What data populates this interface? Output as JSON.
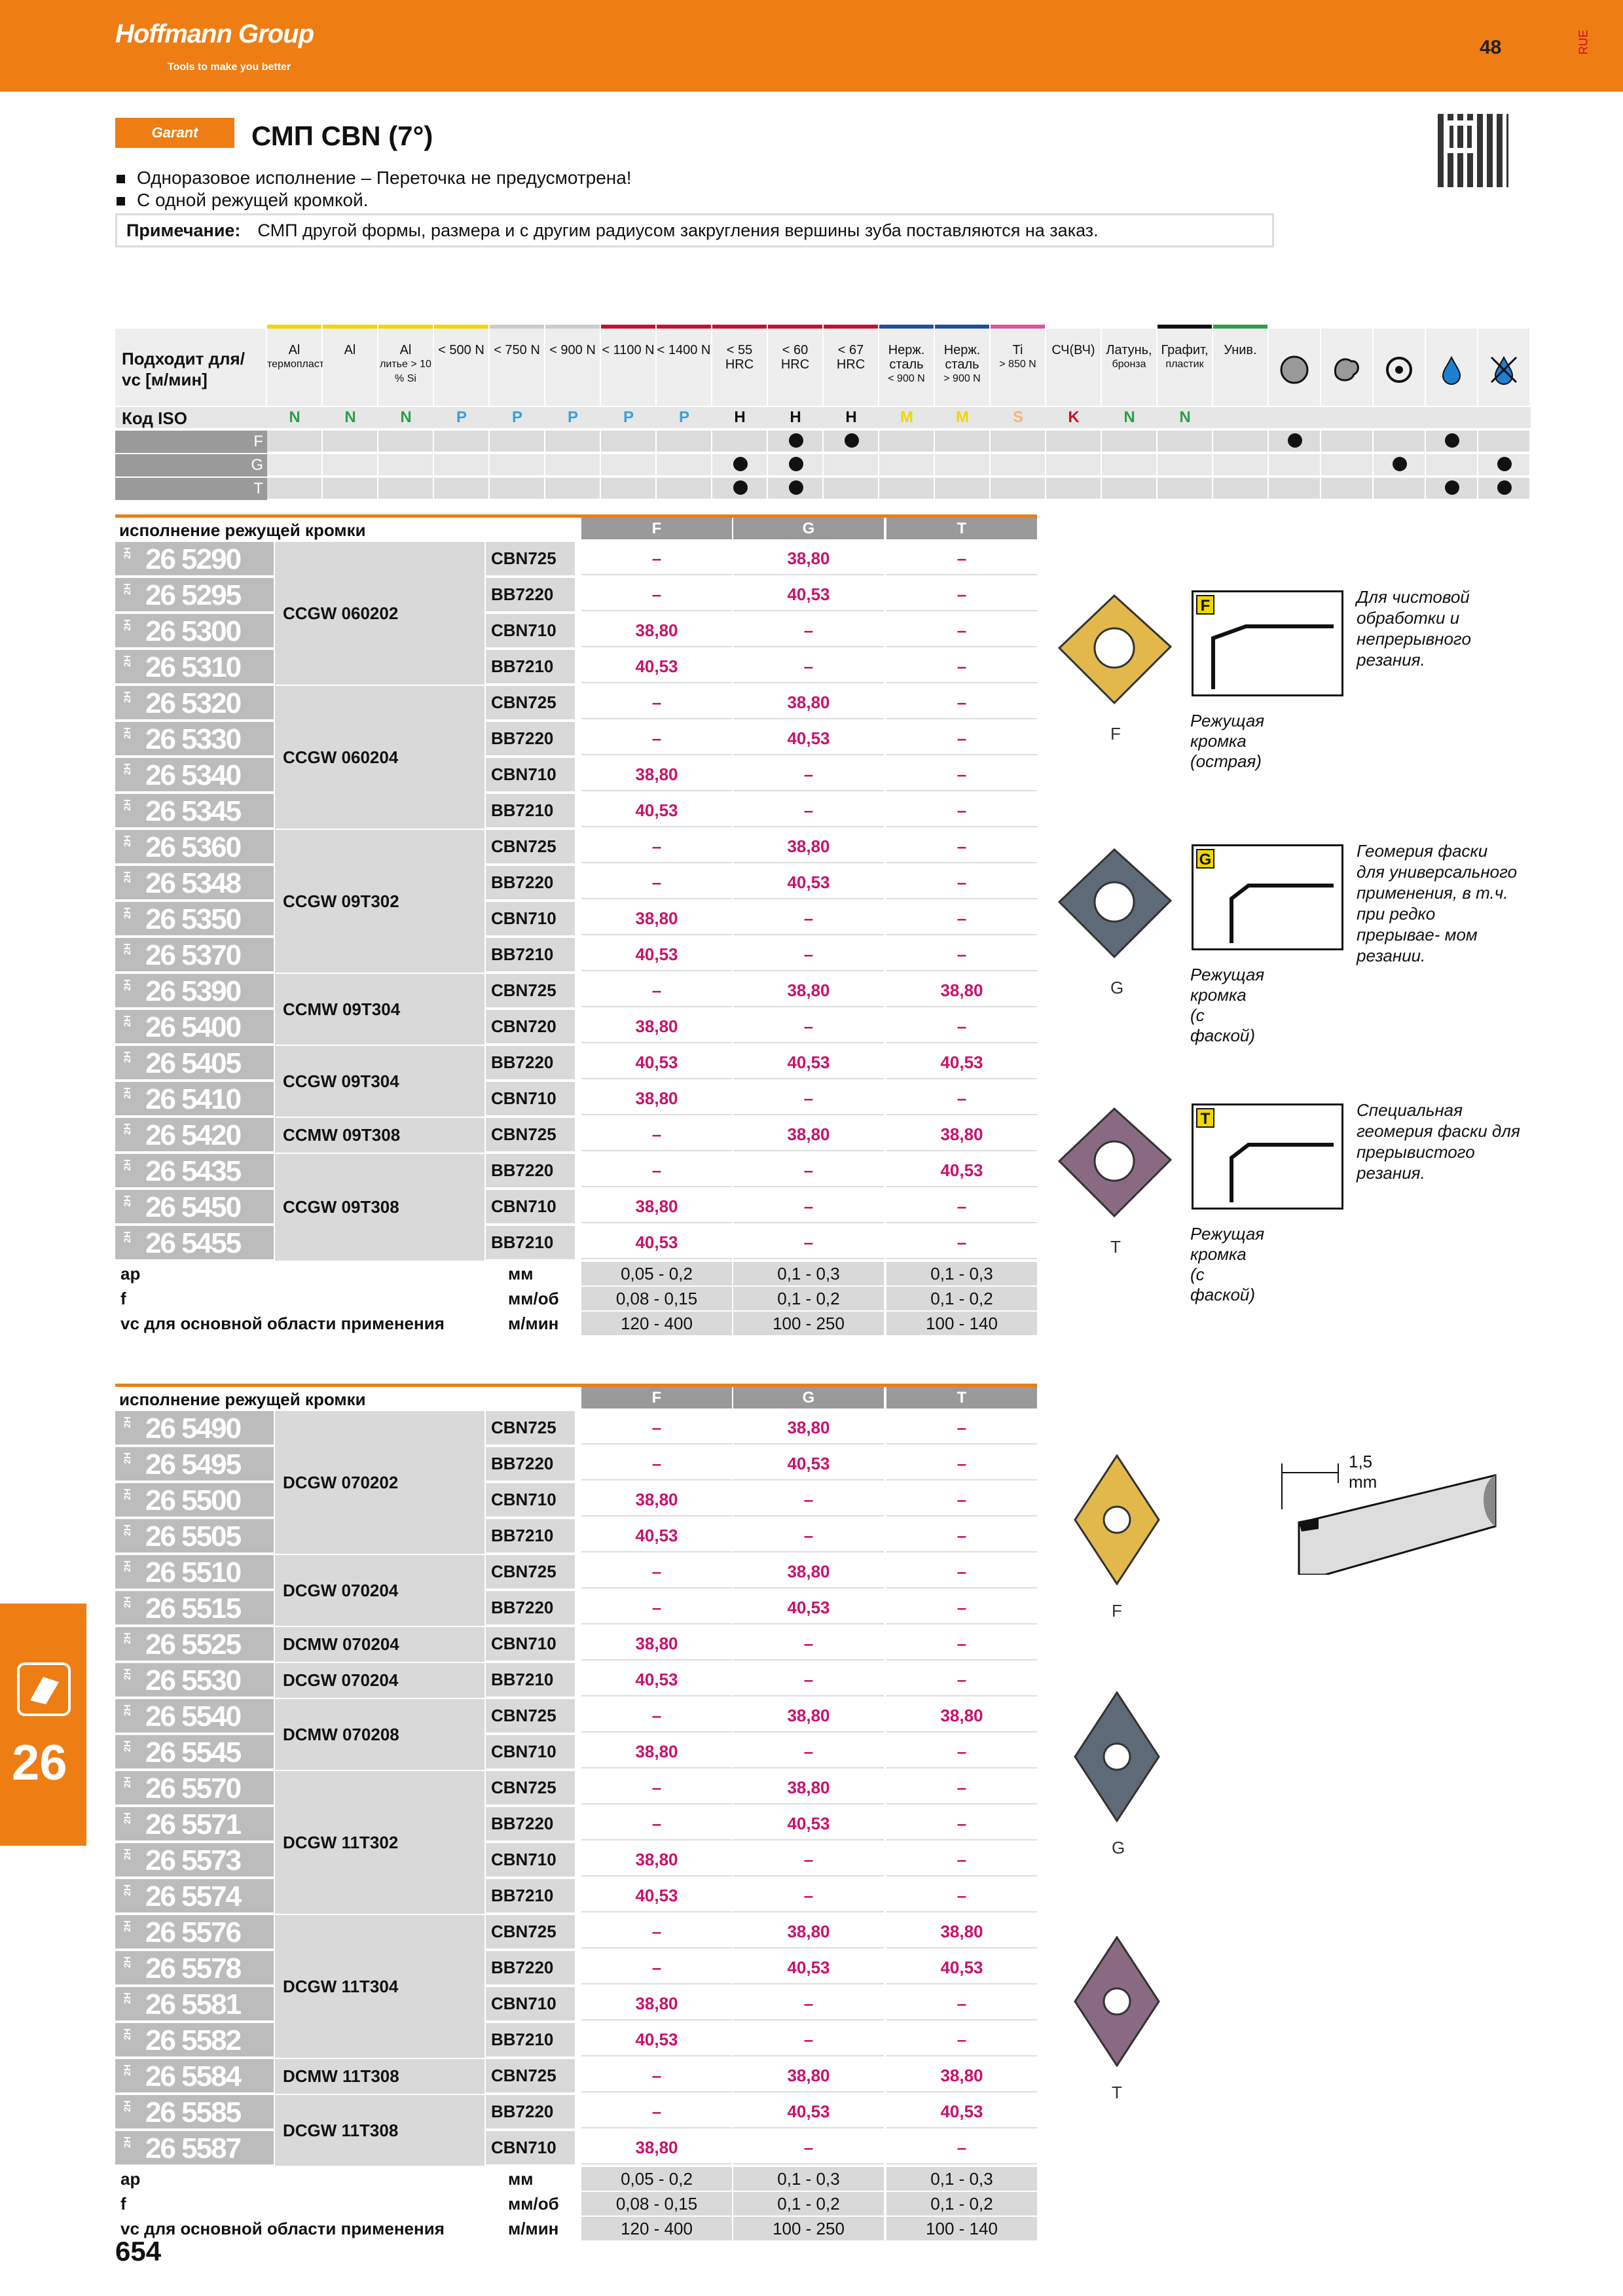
{
  "header": {
    "brand": "Hoffmann Group",
    "tagline": "Tools to make you better",
    "page": "48",
    "lang": "RUE"
  },
  "product": {
    "brand_badge": "Garant",
    "title": "СМП CBN (7°)",
    "bullets": [
      "Одноразовое исполнение – Переточка не предусмотрена!",
      "С одной режущей кромкой."
    ],
    "note_label": "Примечание:",
    "note_text": "СМП другой формы, размера и с другим радиусом закругления вершины зуба поставляются на заказ."
  },
  "application": {
    "label1": "Подходит для/",
    "label2": "vc [м/мин]",
    "iso_label": "Код ISO",
    "rows": [
      "F",
      "G",
      "T"
    ],
    "columns": [
      {
        "t1": "Al",
        "t2": "термопласты",
        "iso": "N",
        "color": "#f2d600"
      },
      {
        "t1": "Al",
        "t2": "",
        "iso": "N",
        "color": "#f2d600"
      },
      {
        "t1": "Al",
        "t2": "литье > 10 % Si",
        "iso": "N",
        "color": "#f2d600"
      },
      {
        "t1": "< 500 N",
        "t2": "",
        "iso": "P",
        "color": "#f2d600"
      },
      {
        "t1": "< 750 N",
        "t2": "",
        "iso": "P",
        "color": "#cccccc"
      },
      {
        "t1": "< 900 N",
        "t2": "",
        "iso": "P",
        "color": "#cccccc"
      },
      {
        "t1": "< 1100 N",
        "t2": "",
        "iso": "P",
        "color": "#c8102e"
      },
      {
        "t1": "< 1400 N",
        "t2": "",
        "iso": "P",
        "color": "#c8102e"
      },
      {
        "t1": "< 55 HRC",
        "t2": "",
        "iso": "H",
        "color": "#c8102e"
      },
      {
        "t1": "< 60 HRC",
        "t2": "",
        "iso": "H",
        "color": "#c8102e"
      },
      {
        "t1": "< 67 HRC",
        "t2": "",
        "iso": "H",
        "color": "#c8102e"
      },
      {
        "t1": "Нерж. сталь",
        "t2": "< 900 N",
        "iso": "M",
        "color": "#1e4ea0"
      },
      {
        "t1": "Нерж. сталь",
        "t2": "> 900 N",
        "iso": "M",
        "color": "#1e4ea0"
      },
      {
        "t1": "Ti",
        "t2": "> 850 N",
        "iso": "S",
        "color": "#e0529a"
      },
      {
        "t1": "СЧ(ВЧ)",
        "t2": "",
        "iso": "K",
        "color": "#ffffff"
      },
      {
        "t1": "Латунь,",
        "t2": "бронза",
        "iso": "N",
        "color": "#ffffff"
      },
      {
        "t1": "Графит,",
        "t2": "пластик",
        "iso": "N",
        "color": "#111111"
      },
      {
        "t1": "Унив.",
        "t2": "",
        "iso": "",
        "color": "#2aa04a"
      }
    ],
    "iso_colors": {
      "N": "#2aa04a",
      "P": "#3aa0d8",
      "H": "#111111",
      "M": "#f2d600",
      "S": "#f0b878",
      "K": "#c8102e"
    },
    "dots": [
      [
        0,
        9
      ],
      [
        0,
        10
      ],
      [
        0,
        18
      ],
      [
        0,
        21
      ],
      [
        1,
        8
      ],
      [
        1,
        9
      ],
      [
        1,
        20
      ],
      [
        1,
        22
      ],
      [
        2,
        8
      ],
      [
        2,
        9
      ],
      [
        2,
        21
      ],
      [
        2,
        22
      ]
    ],
    "symbols": [
      "circle-icon",
      "blob-icon",
      "cycle-icon",
      "drop-icon",
      "drop-crossed-icon"
    ]
  },
  "table_header": {
    "label": "исполнение режущей кромки",
    "cols": [
      "F",
      "G",
      "T"
    ]
  },
  "table1": {
    "rows": [
      {
        "art": "26 5290",
        "grade": "CBN725",
        "v": [
          "–",
          "38,80",
          "–"
        ]
      },
      {
        "art": "26 5295",
        "grade": "BB7220",
        "v": [
          "–",
          "40,53",
          "–"
        ]
      },
      {
        "art": "26 5300",
        "grade": "CBN710",
        "v": [
          "38,80",
          "–",
          "–"
        ]
      },
      {
        "art": "26 5310",
        "grade": "BB7210",
        "v": [
          "40,53",
          "–",
          "–"
        ]
      },
      {
        "art": "26 5320",
        "grade": "CBN725",
        "v": [
          "–",
          "38,80",
          "–"
        ]
      },
      {
        "art": "26 5330",
        "grade": "BB7220",
        "v": [
          "–",
          "40,53",
          "–"
        ]
      },
      {
        "art": "26 5340",
        "grade": "CBN710",
        "v": [
          "38,80",
          "–",
          "–"
        ]
      },
      {
        "art": "26 5345",
        "grade": "BB7210",
        "v": [
          "40,53",
          "–",
          "–"
        ]
      },
      {
        "art": "26 5360",
        "grade": "CBN725",
        "v": [
          "–",
          "38,80",
          "–"
        ]
      },
      {
        "art": "26 5348",
        "grade": "BB7220",
        "v": [
          "–",
          "40,53",
          "–"
        ]
      },
      {
        "art": "26 5350",
        "grade": "CBN710",
        "v": [
          "38,80",
          "–",
          "–"
        ]
      },
      {
        "art": "26 5370",
        "grade": "BB7210",
        "v": [
          "40,53",
          "–",
          "–"
        ]
      },
      {
        "art": "26 5390",
        "grade": "CBN725",
        "v": [
          "–",
          "38,80",
          "38,80"
        ]
      },
      {
        "art": "26 5400",
        "grade": "CBN720",
        "v": [
          "38,80",
          "–",
          "–"
        ]
      },
      {
        "art": "26 5405",
        "grade": "BB7220",
        "v": [
          "40,53",
          "40,53",
          "40,53"
        ]
      },
      {
        "art": "26 5410",
        "grade": "CBN710",
        "v": [
          "38,80",
          "–",
          "–"
        ]
      },
      {
        "art": "26 5420",
        "grade": "CBN725",
        "v": [
          "–",
          "38,80",
          "38,80"
        ]
      },
      {
        "art": "26 5435",
        "grade": "BB7220",
        "v": [
          "–",
          "–",
          "40,53"
        ]
      },
      {
        "art": "26 5450",
        "grade": "CBN710",
        "v": [
          "38,80",
          "–",
          "–"
        ]
      },
      {
        "art": "26 5455",
        "grade": "BB7210",
        "v": [
          "40,53",
          "–",
          "–"
        ]
      }
    ],
    "groups": [
      {
        "name": "CCGW 060202",
        "start": 0,
        "span": 4
      },
      {
        "name": "CCGW 060204",
        "start": 4,
        "span": 4
      },
      {
        "name": "CCGW 09T302",
        "start": 8,
        "span": 4
      },
      {
        "name": "CCMW 09T304",
        "start": 12,
        "span": 2
      },
      {
        "name": "CCGW 09T304",
        "start": 14,
        "span": 2
      },
      {
        "name": "CCMW 09T308",
        "start": 16,
        "span": 1
      },
      {
        "name": "CCGW 09T308",
        "start": 17,
        "span": 3
      }
    ]
  },
  "table2": {
    "rows": [
      {
        "art": "26 5490",
        "grade": "CBN725",
        "v": [
          "–",
          "38,80",
          "–"
        ]
      },
      {
        "art": "26 5495",
        "grade": "BB7220",
        "v": [
          "–",
          "40,53",
          "–"
        ]
      },
      {
        "art": "26 5500",
        "grade": "CBN710",
        "v": [
          "38,80",
          "–",
          "–"
        ]
      },
      {
        "art": "26 5505",
        "grade": "BB7210",
        "v": [
          "40,53",
          "–",
          "–"
        ]
      },
      {
        "art": "26 5510",
        "grade": "CBN725",
        "v": [
          "–",
          "38,80",
          "–"
        ]
      },
      {
        "art": "26 5515",
        "grade": "BB7220",
        "v": [
          "–",
          "40,53",
          "–"
        ]
      },
      {
        "art": "26 5525",
        "grade": "CBN710",
        "v": [
          "38,80",
          "–",
          "–"
        ]
      },
      {
        "art": "26 5530",
        "grade": "BB7210",
        "v": [
          "40,53",
          "–",
          "–"
        ]
      },
      {
        "art": "26 5540",
        "grade": "CBN725",
        "v": [
          "–",
          "38,80",
          "38,80"
        ]
      },
      {
        "art": "26 5545",
        "grade": "CBN710",
        "v": [
          "38,80",
          "–",
          "–"
        ]
      },
      {
        "art": "26 5570",
        "grade": "CBN725",
        "v": [
          "–",
          "38,80",
          "–"
        ]
      },
      {
        "art": "26 5571",
        "grade": "BB7220",
        "v": [
          "–",
          "40,53",
          "–"
        ]
      },
      {
        "art": "26 5573",
        "grade": "CBN710",
        "v": [
          "38,80",
          "–",
          "–"
        ]
      },
      {
        "art": "26 5574",
        "grade": "BB7210",
        "v": [
          "40,53",
          "–",
          "–"
        ]
      },
      {
        "art": "26 5576",
        "grade": "CBN725",
        "v": [
          "–",
          "38,80",
          "38,80"
        ]
      },
      {
        "art": "26 5578",
        "grade": "BB7220",
        "v": [
          "–",
          "40,53",
          "40,53"
        ]
      },
      {
        "art": "26 5581",
        "grade": "CBN710",
        "v": [
          "38,80",
          "–",
          "–"
        ]
      },
      {
        "art": "26 5582",
        "grade": "BB7210",
        "v": [
          "40,53",
          "–",
          "–"
        ]
      },
      {
        "art": "26 5584",
        "grade": "CBN725",
        "v": [
          "–",
          "38,80",
          "38,80"
        ]
      },
      {
        "art": "26 5585",
        "grade": "BB7220",
        "v": [
          "–",
          "40,53",
          "40,53"
        ]
      },
      {
        "art": "26 5587",
        "grade": "CBN710",
        "v": [
          "38,80",
          "–",
          "–"
        ]
      }
    ],
    "groups": [
      {
        "name": "DCGW 070202",
        "start": 0,
        "span": 4
      },
      {
        "name": "DCGW 070204",
        "start": 4,
        "span": 2
      },
      {
        "name": "DCMW 070204",
        "start": 6,
        "span": 1
      },
      {
        "name": "DCGW 070204",
        "start": 7,
        "span": 1
      },
      {
        "name": "DCMW 070208",
        "start": 8,
        "span": 2
      },
      {
        "name": "DCGW 11T302",
        "start": 10,
        "span": 4
      },
      {
        "name": "DCGW 11T304",
        "start": 14,
        "span": 4
      },
      {
        "name": "DCMW 11T308",
        "start": 18,
        "span": 1
      },
      {
        "name": "DCGW 11T308",
        "start": 19,
        "span": 2
      }
    ]
  },
  "params": [
    {
      "label": "ap",
      "unit": "мм",
      "v": [
        "0,05 - 0,2",
        "0,1 - 0,3",
        "0,1 - 0,3"
      ]
    },
    {
      "label": "f",
      "unit": "мм/об",
      "v": [
        "0,08 - 0,15",
        "0,1 - 0,2",
        "0,1 - 0,2"
      ]
    },
    {
      "label": "vc для основной области применения",
      "unit": "м/мин",
      "v": [
        "120 - 400",
        "100 - 250",
        "100 - 140"
      ]
    }
  ],
  "geometry": [
    {
      "letter": "F",
      "desc": "Для чистовой обработки и непрерывного резания.",
      "edge": "Режущая кромка (острая)",
      "color": "#e3b84a"
    },
    {
      "letter": "G",
      "desc": "Геомерия фаски для универсального применения, в т.ч. при редко прерывае- мом резании.",
      "edge": "Режущая кромка (с фаской)",
      "color": "#5f6a78"
    },
    {
      "letter": "T",
      "desc": "Специальная геомерия фаски для прерывистого резания.",
      "edge": "Режущая кромка (с фаской)",
      "color": "#8a6a82"
    }
  ],
  "chamfer_label": "1,5 mm",
  "side_tab": "26",
  "footer_page": "654",
  "art_prefix": "2H"
}
